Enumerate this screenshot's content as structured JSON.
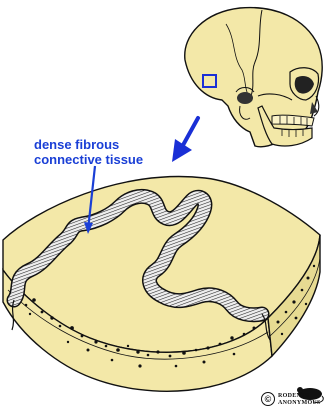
{
  "label": {
    "line1": "dense fibrous",
    "line2": "connective tissue"
  },
  "credit": {
    "symbol": "©",
    "line1": "RODENTS",
    "line2": "ANONYMOUS"
  },
  "colors": {
    "bone": "#f3e8a8",
    "bone_shadow": "#d9cc85",
    "outline": "#111111",
    "callout_blue": "#1a3fd6",
    "box_blue": "#1a2fd6",
    "arrow_blue": "#1a2fd6"
  },
  "icons": {
    "skull": "skull-illustration",
    "arrow": "down-left-arrow",
    "mouse": "mouse-logo"
  }
}
